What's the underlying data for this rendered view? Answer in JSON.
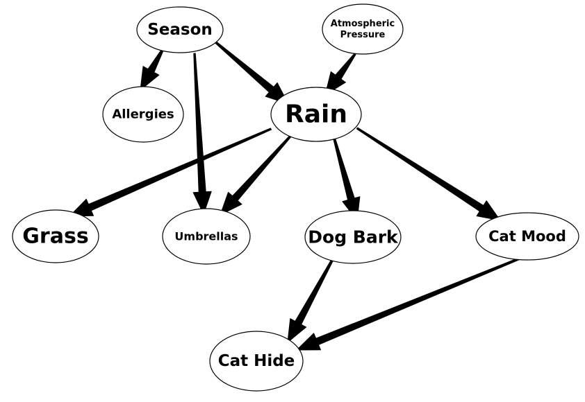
{
  "diagram": {
    "nodes": [
      {
        "id": "season",
        "label": "Season"
      },
      {
        "id": "atmospheric_pressure",
        "label": "Atmospheric\nPressure"
      },
      {
        "id": "allergies",
        "label": "Allergies"
      },
      {
        "id": "rain",
        "label": "Rain"
      },
      {
        "id": "grass",
        "label": "Grass"
      },
      {
        "id": "umbrellas",
        "label": "Umbrellas"
      },
      {
        "id": "dog_bark",
        "label": "Dog Bark"
      },
      {
        "id": "cat_mood",
        "label": "Cat Mood"
      },
      {
        "id": "cat_hide",
        "label": "Cat Hide"
      }
    ],
    "edges": [
      {
        "from": "season",
        "to": "allergies"
      },
      {
        "from": "season",
        "to": "rain"
      },
      {
        "from": "season",
        "to": "umbrellas"
      },
      {
        "from": "atmospheric_pressure",
        "to": "rain"
      },
      {
        "from": "rain",
        "to": "grass"
      },
      {
        "from": "rain",
        "to": "umbrellas"
      },
      {
        "from": "rain",
        "to": "dog_bark"
      },
      {
        "from": "rain",
        "to": "cat_mood"
      },
      {
        "from": "dog_bark",
        "to": "cat_hide"
      },
      {
        "from": "cat_mood",
        "to": "cat_hide"
      }
    ],
    "colors": {
      "stroke": "#000000",
      "fill": "#ffffff",
      "text": "#000000"
    }
  }
}
